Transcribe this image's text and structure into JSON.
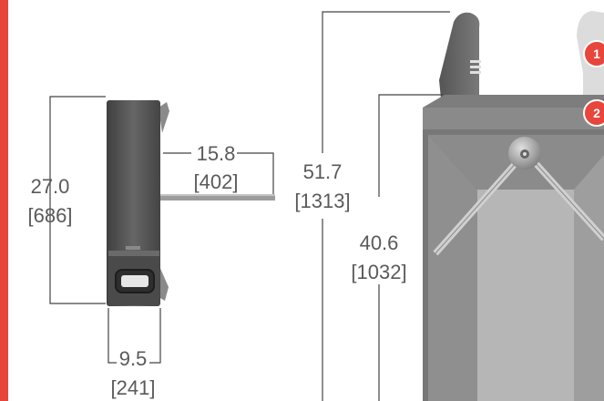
{
  "colors": {
    "accent_bar": "#e8453c",
    "body_dark": "#5b5b5b",
    "body_mid": "#9a9a9a",
    "body_light": "#b8b8b8",
    "badge": "#e8453c"
  },
  "side_view": {
    "height": {
      "value": "27.0",
      "metric": "[686]"
    },
    "arm_reach": {
      "value": "15.8",
      "metric": "[402]"
    },
    "width": {
      "value": "9.5",
      "metric": "[241]"
    }
  },
  "front_view": {
    "overall_height": {
      "value": "51.7",
      "metric": "[1313]"
    },
    "cabinet_height": {
      "value": "40.6",
      "metric": "[1032]"
    }
  },
  "badges": [
    "1",
    "2"
  ]
}
